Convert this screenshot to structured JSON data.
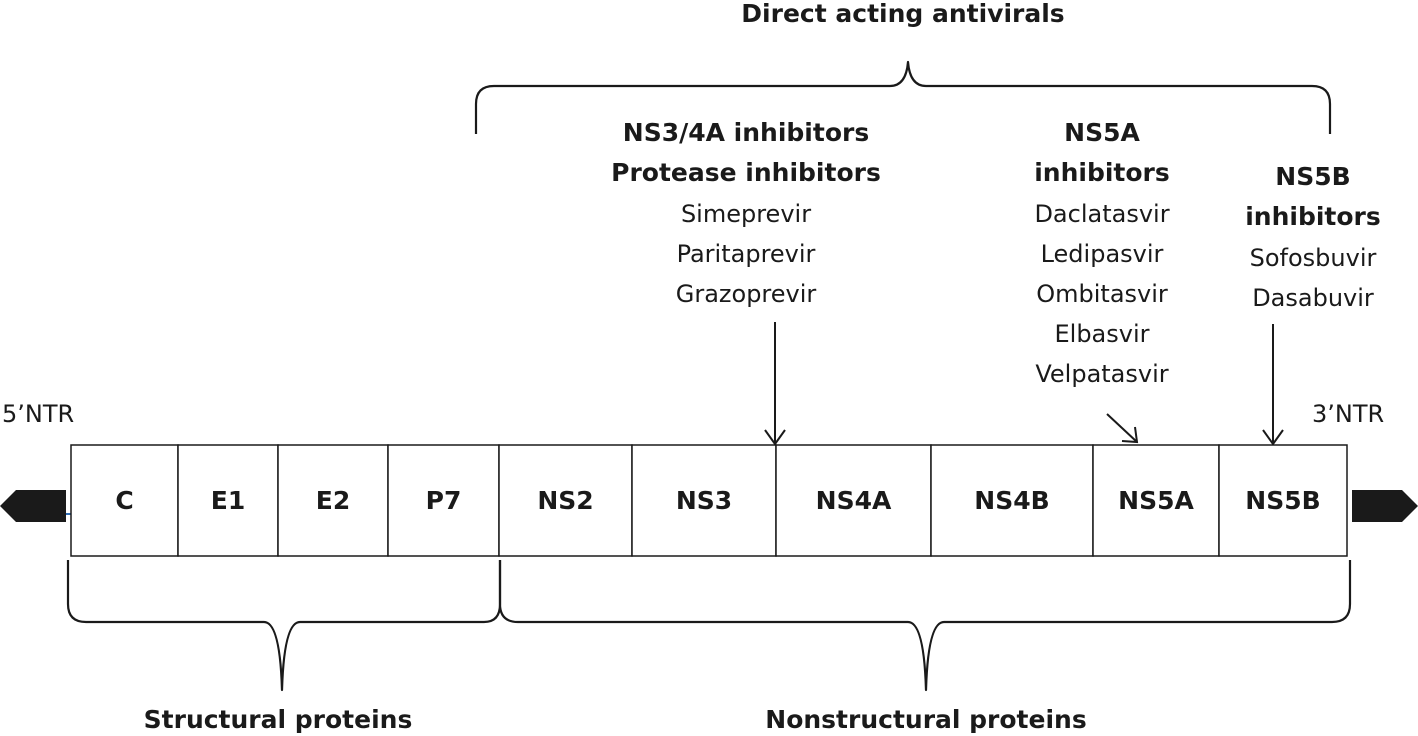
{
  "title": "Direct acting antivirals",
  "ntr": {
    "left": "5’NTR",
    "right": "3’NTR"
  },
  "segments": [
    "C",
    "E1",
    "E2",
    "P7",
    "NS2",
    "NS3",
    "NS4A",
    "NS4B",
    "NS5A",
    "NS5B"
  ],
  "groups": [
    {
      "heading": [
        "NS3/4A inhibitors",
        "Protease inhibitors"
      ],
      "drugs": [
        "Simeprevir",
        "Paritaprevir",
        "Grazoprevir"
      ],
      "target": "NS3"
    },
    {
      "heading": [
        "NS5A",
        "inhibitors"
      ],
      "drugs": [
        "Daclatasvir",
        "Ledipasvir",
        "Ombitasvir",
        "Elbasvir",
        "Velpatasvir"
      ],
      "target": "NS5A"
    },
    {
      "heading": [
        "NS5B",
        "inhibitors"
      ],
      "drugs": [
        "Sofosbuvir",
        "Dasabuvir"
      ],
      "target": "NS5B"
    }
  ],
  "bottom": {
    "structural": "Structural proteins",
    "nonstructural": "Nonstructural proteins"
  }
}
